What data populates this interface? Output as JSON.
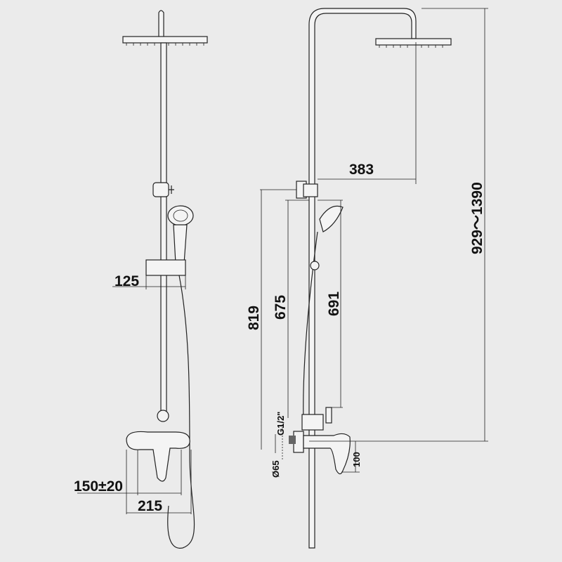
{
  "dimensions": {
    "arm_reach": "383",
    "height_range": "929～1390",
    "holder_offset": "125",
    "rail_819": "819",
    "rail_675": "675",
    "rail_691": "691",
    "thread": "G1/2\"",
    "flange_diameter": "Ø65",
    "spout_100": "100",
    "centers": "150±20",
    "mixer_width": "215"
  }
}
